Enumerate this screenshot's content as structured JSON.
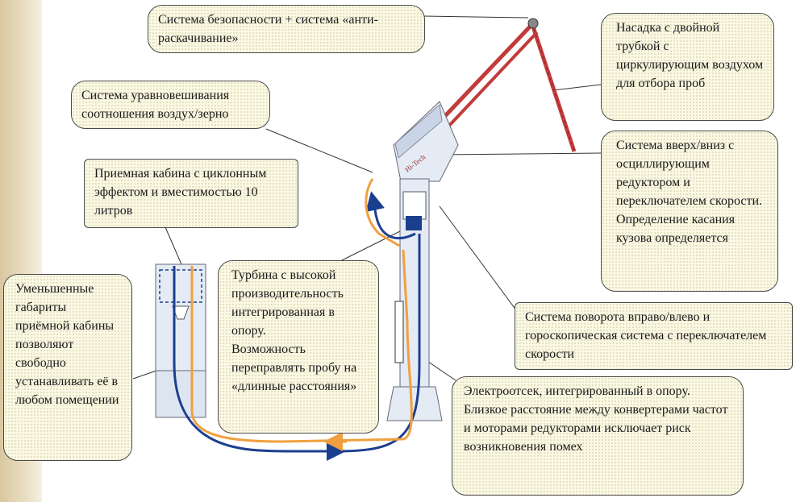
{
  "callouts": {
    "safety": "Система безопасности + система «анти-раскачивание»",
    "nozzle": "Насадка с двойной трубкой с циркулирующим воздухом для отбора проб",
    "balance": "Система уравновешивания соотношения воздух/зерно",
    "updown": "Система вверх/вниз с осциллирующим редуктором и переключателем скорости. Определение касания кузова определяется",
    "cabin": "Приемная кабина с циклонным эффектом и вместимостью 10 литров",
    "reduced": "Уменьшенные габариты приёмной кабины позволяют свободно устанавливать её в любом помещении",
    "turbine": "Турбина с высокой производительность\nинтегрированная в опору.\nВозможность переправлять пробу на «длинные расстояния»",
    "rotation": "Система поворота вправо/влево и гороскопическая система с переключателем скорости",
    "electro": "Электроотсек, интегрированный в опору. Близкое расстояние между конвертерами частот и моторами редукторами исключает риск возникновения помех"
  },
  "device": {
    "brand_label": "Hi-Tech"
  },
  "colors": {
    "callout_fill": "#fbf8e4",
    "dots": "#8c9650",
    "arm_red": "#c23b3b",
    "flow_blue": "#1b3f8f",
    "flow_orange": "#f0a040",
    "machine_light": "#e4ebf5"
  }
}
